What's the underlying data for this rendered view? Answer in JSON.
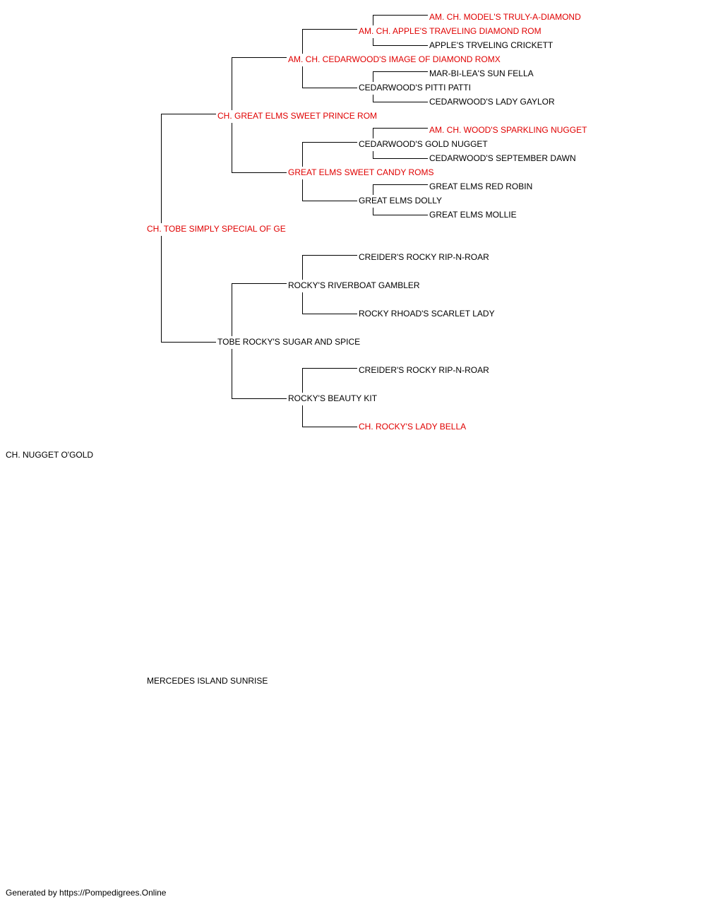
{
  "colors": {
    "champion": "#e00000",
    "normal": "#000000",
    "line": "#000000"
  },
  "pedigree": {
    "subject": "CH. NUGGET O'GOLD",
    "sire": "CH. TOBE SIMPLY SPECIAL OF GE",
    "sire_sire": "CH. GREAT ELMS SWEET PRINCE ROM",
    "sire_sire_sire": "AM. CH. CEDARWOOD'S IMAGE OF DIAMOND ROMX",
    "sire_sire_sire_sire": "AM. CH. APPLE'S TRAVELING DIAMOND ROM",
    "sire_sire_sire_sire_sire": "AM. CH. MODEL'S TRULY-A-DIAMOND",
    "sire_sire_sire_sire_dam": "APPLE'S TRVELING CRICKETT",
    "sire_sire_sire_dam": "CEDARWOOD'S PITTI PATTI",
    "sire_sire_sire_dam_sire": "MAR-BI-LEA'S SUN FELLA",
    "sire_sire_sire_dam_dam": "CEDARWOOD'S LADY GAYLOR",
    "sire_sire_dam": "GREAT ELMS SWEET CANDY ROMS",
    "sire_sire_dam_sire": "CEDARWOOD'S GOLD NUGGET",
    "sire_sire_dam_sire_sire": "AM. CH. WOOD'S SPARKLING NUGGET",
    "sire_sire_dam_sire_dam": "CEDARWOOD'S SEPTEMBER DAWN",
    "sire_sire_dam_dam": "GREAT ELMS DOLLY",
    "sire_sire_dam_dam_sire": "GREAT ELMS RED ROBIN",
    "sire_sire_dam_dam_dam": "GREAT ELMS MOLLIE",
    "sire_dam": "TOBE ROCKY'S SUGAR AND SPICE",
    "sire_dam_sire": "ROCKY'S RIVERBOAT GAMBLER",
    "sire_dam_sire_sire": "CREIDER'S ROCKY RIP-N-ROAR",
    "sire_dam_sire_dam": "ROCKY RHOAD'S SCARLET LADY",
    "sire_dam_dam": "ROCKY'S BEAUTY KIT",
    "sire_dam_dam_sire": "CREIDER'S ROCKY RIP-N-ROAR",
    "sire_dam_dam_dam": "CH. ROCKY'S LADY BELLA",
    "dam": "MERCEDES ISLAND SUNRISE"
  },
  "footer": "Generated by https://Pompedigrees.Online"
}
